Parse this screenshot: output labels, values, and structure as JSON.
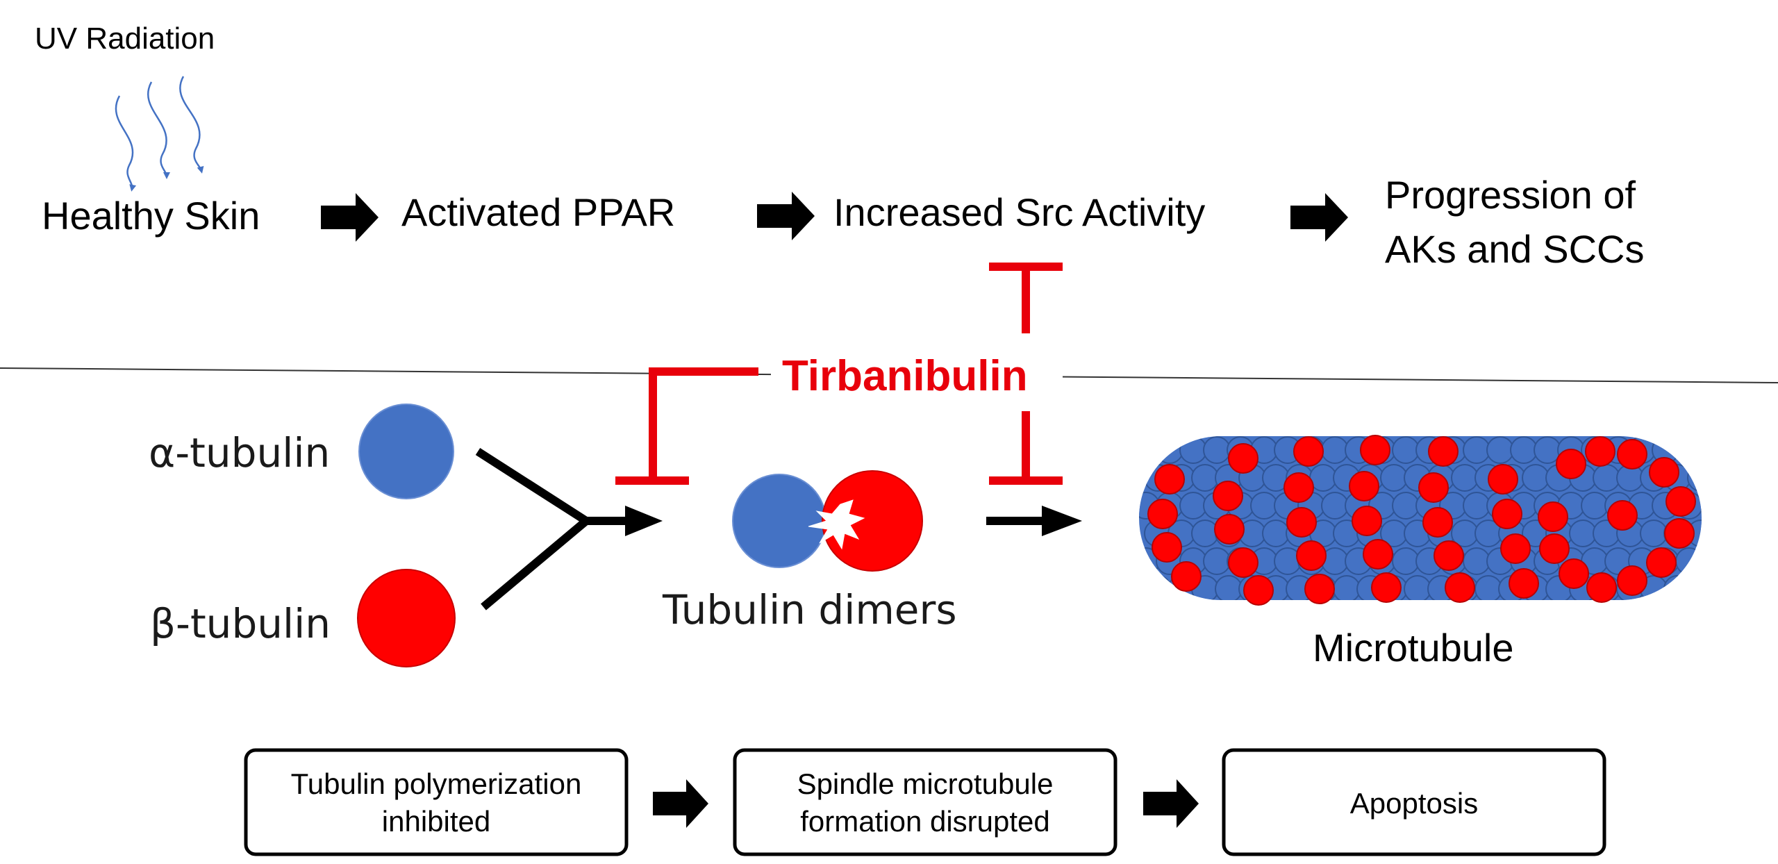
{
  "top_pathway": {
    "uv_label": "UV Radiation",
    "nodes": [
      "Healthy Skin",
      "Activated PPAR",
      "Increased Src Activity"
    ],
    "outcome_lines": [
      "Progression of",
      "AKs and SCCs"
    ]
  },
  "inhibitor": {
    "label": "Tirbanibulin",
    "color": "#e8000b"
  },
  "tubulin": {
    "alpha_label": "α-tubulin",
    "beta_label": "β-tubulin",
    "dimer_label": "Tubulin dimers",
    "microtubule_label": "Microtubule",
    "alpha_color": "#4472c4",
    "beta_color": "#ff0000"
  },
  "consequence_chain": [
    [
      "Tubulin polymerization",
      "inhibited"
    ],
    [
      "Spindle microtubule",
      "formation disrupted"
    ],
    [
      "Apoptosis"
    ]
  ]
}
